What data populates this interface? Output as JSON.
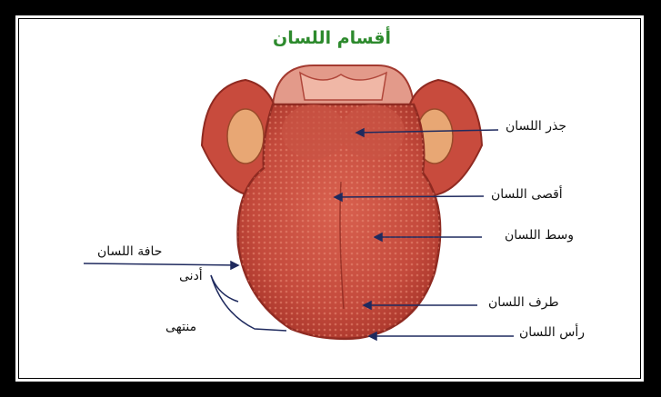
{
  "title": "أقسام اللسان",
  "colors": {
    "title": "#2d8a2d",
    "line": "#1f2a5e",
    "tongue": "#c44a3c",
    "tongue_dark": "#9c2f25",
    "border": "#000000"
  },
  "labels": {
    "root": "جذر اللسان",
    "back": "أقصى اللسان",
    "middle": "وسط اللسان",
    "side": "حافة اللسان",
    "front_part": "طرف اللسان",
    "tip": "رأس اللسان",
    "lower": "أدنى",
    "end": "منتهى"
  }
}
